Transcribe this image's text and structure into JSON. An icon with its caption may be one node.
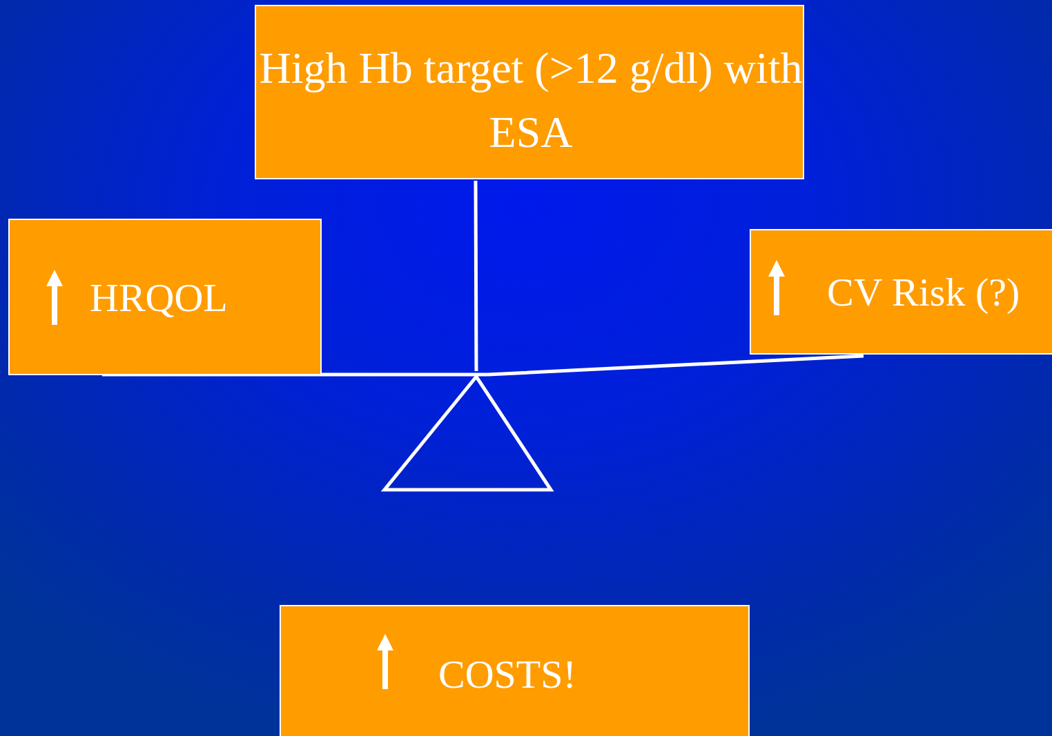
{
  "diagram": {
    "nodes": [
      {
        "text": [
          "High Hb target (>12 g/dl) with ESA"
        ]
      },
      {
        "text": [
          "HRQOL"
        ]
      },
      {
        "text": [
          "CV Risk (?)"
        ]
      },
      {
        "text": [
          "COSTS!"
        ]
      }
    ]
  }
}
